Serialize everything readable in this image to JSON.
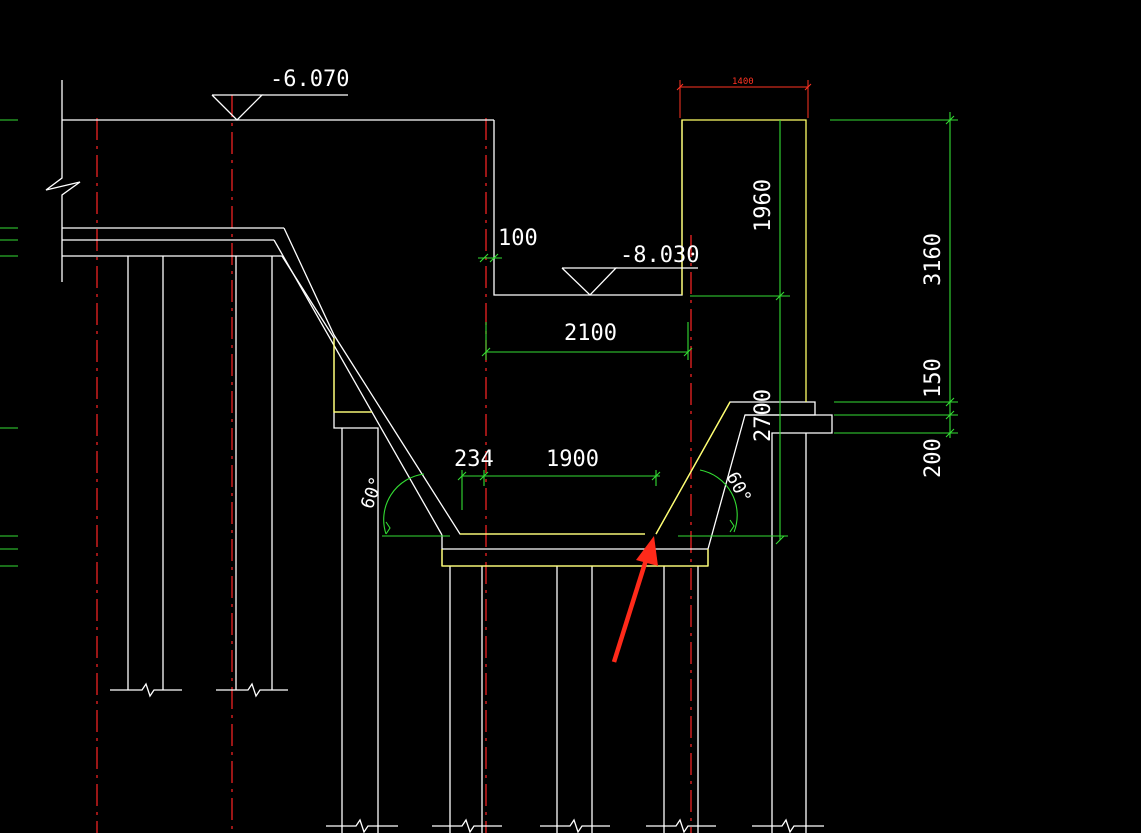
{
  "colors": {
    "background": "#000000",
    "structure": "#ffffff",
    "yellow_outline": "#ffff66",
    "dimension": "#33dd33",
    "centerline": "#ee2222",
    "arrow": "#ff2a1a",
    "top_dim": "#ff3322"
  },
  "elevations": {
    "top": "-6.070",
    "pit": "-8.030"
  },
  "dimensions": {
    "top_width": "1400",
    "d100": "100",
    "d2100": "2100",
    "d234": "234",
    "d1900": "1900",
    "d1960": "1960",
    "d3160": "3160",
    "d150": "150",
    "d200": "200",
    "d2700": "2700"
  },
  "angles": {
    "left": "60°",
    "right": "60°"
  },
  "icons": {
    "elevation": "elevation-triangle-icon",
    "break": "break-line-icon",
    "pointer": "red-arrow-icon"
  }
}
